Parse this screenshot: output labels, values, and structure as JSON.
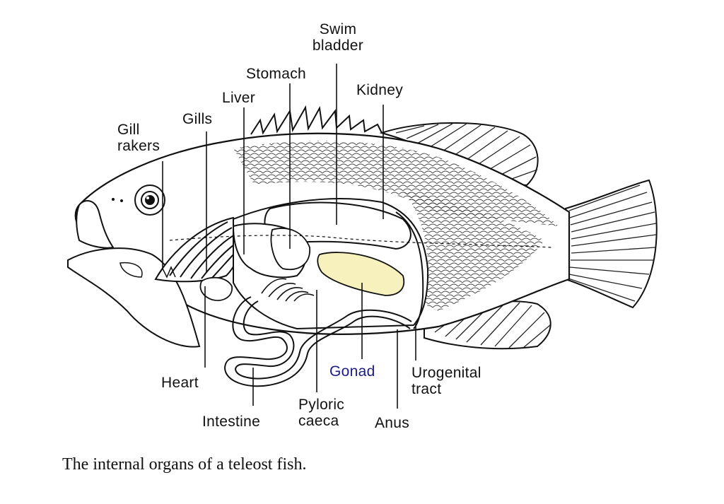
{
  "labels": {
    "swim_bladder_line1": "Swim",
    "swim_bladder_line2": "bladder",
    "stomach": "Stomach",
    "kidney": "Kidney",
    "liver": "Liver",
    "gills": "Gills",
    "gill_rakers_line1": "Gill",
    "gill_rakers_line2": "rakers",
    "heart": "Heart",
    "intestine": "Intestine",
    "pyloric_caeca_line1": "Pyloric",
    "pyloric_caeca_line2": "caeca",
    "gonad": "Gonad",
    "anus": "Anus",
    "urogenital_tract_line1": "Urogenital",
    "urogenital_tract_line2": "tract"
  },
  "caption": "The internal organs of a teleost fish.",
  "colors": {
    "ink": "#111111",
    "gonad_label": "#1b1b8a",
    "gonad_fill": "#f7f1bd",
    "background": "#ffffff"
  }
}
